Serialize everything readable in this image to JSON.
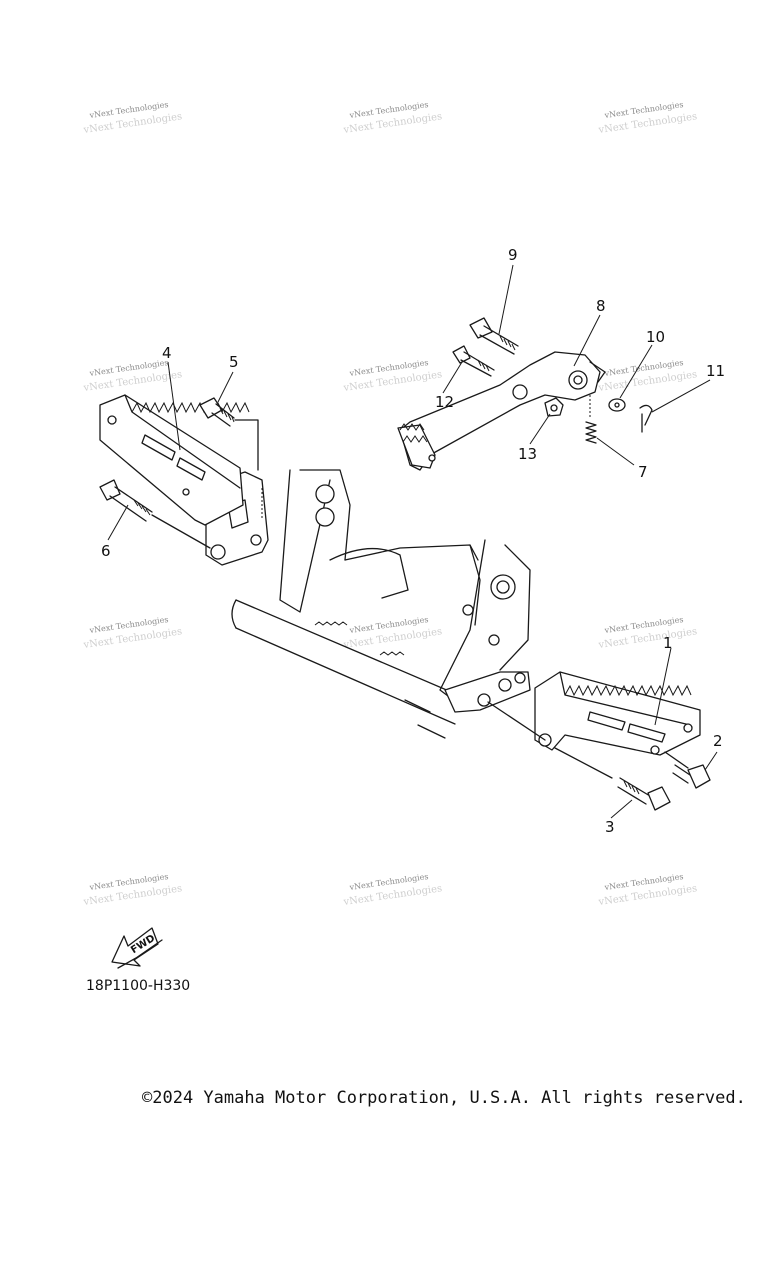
{
  "diagram": {
    "code": "18P1100-H330",
    "fwd_label": "FWD",
    "copyright": "©2024 Yamaha Motor Corporation, U.S.A. All rights reserved.",
    "watermark": {
      "line1": "vNext Technologies",
      "line2": "vNext Technologies"
    },
    "callouts": {
      "c1": "1",
      "c2": "2",
      "c3": "3",
      "c4": "4",
      "c5": "5",
      "c6": "6",
      "c7": "7",
      "c8": "8",
      "c9": "9",
      "c10": "10",
      "c11": "11",
      "c12": "12",
      "c13": "13"
    }
  }
}
